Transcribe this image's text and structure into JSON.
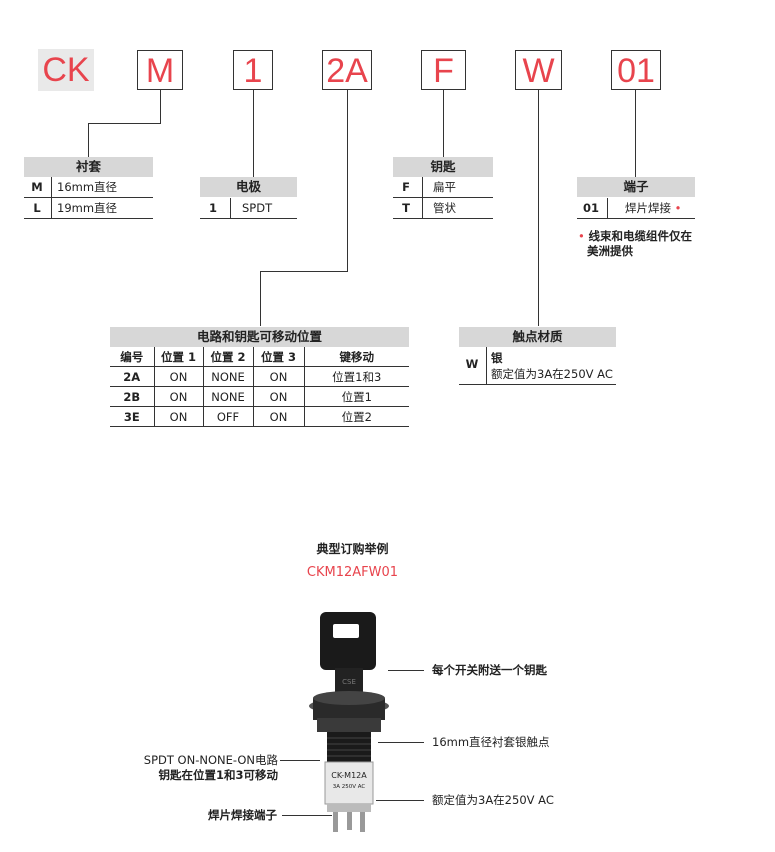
{
  "part_code": {
    "prefix": "CK",
    "segments": [
      "M",
      "1",
      "2A",
      "F",
      "W",
      "01"
    ]
  },
  "bushing": {
    "title": "衬套",
    "rows": [
      {
        "code": "M",
        "desc": "16mm直径"
      },
      {
        "code": "L",
        "desc": "19mm直径"
      }
    ]
  },
  "poles": {
    "title": "电极",
    "rows": [
      {
        "code": "1",
        "desc": "SPDT"
      }
    ]
  },
  "key": {
    "title": "钥匙",
    "rows": [
      {
        "code": "F",
        "desc": "扁平"
      },
      {
        "code": "T",
        "desc": "管状"
      }
    ]
  },
  "terminals": {
    "title": "端子",
    "rows": [
      {
        "code": "01",
        "desc": "焊片焊接",
        "mark": "•"
      }
    ],
    "note_mark": "•",
    "note_line1": "线束和电缆组件仅在",
    "note_line2": "美洲提供"
  },
  "circuit": {
    "title": "电路和钥匙可移动位置",
    "headers": [
      "编号",
      "位置 1",
      "位置 2",
      "位置 3",
      "键移动"
    ],
    "rows": [
      [
        "2A",
        "ON",
        "NONE",
        "ON",
        "位置1和3"
      ],
      [
        "2B",
        "ON",
        "NONE",
        "ON",
        "位置1"
      ],
      [
        "3E",
        "ON",
        "OFF",
        "ON",
        "位置2"
      ]
    ]
  },
  "contact": {
    "title": "触点材质",
    "code": "W",
    "line1": "银",
    "line2": "额定值为3A在250V AC"
  },
  "example": {
    "title": "典型订购举例",
    "part": "CKM12AFW01"
  },
  "product_photo": {
    "body_text_1": "CK-M12A",
    "body_text_2": "3A 250V AC",
    "key_text": "CSE"
  },
  "callouts": {
    "key": "每个开关附送一个钥匙",
    "bushing": "16mm直径衬套银触点",
    "circuit_1": "SPDT ON-NONE-ON电路",
    "circuit_2": "钥匙在位置1和3可移动",
    "rating": "额定值为3A在250V AC",
    "terminal": "焊片焊接端子"
  },
  "colors": {
    "accent": "#e8444d",
    "header_bg": "#d7d7d7",
    "prefix_bg": "#e9e9e9"
  }
}
